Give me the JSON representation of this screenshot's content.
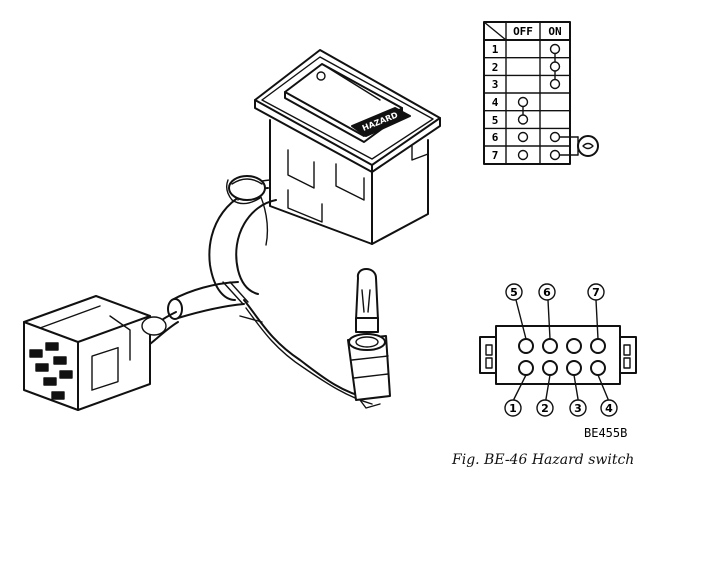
{
  "switch_table": {
    "headers": [
      "OFF",
      "ON"
    ],
    "rows": [
      "1",
      "2",
      "3",
      "4",
      "5",
      "6",
      "7"
    ]
  },
  "connector": {
    "pins_top_labels": [
      "5",
      "6",
      "7"
    ],
    "pins_bottom_labels": [
      "1",
      "2",
      "3",
      "4"
    ]
  },
  "switch_face_text": "HAZARD",
  "code": "BE455B",
  "caption": "Fig. BE-46  Hazard switch"
}
